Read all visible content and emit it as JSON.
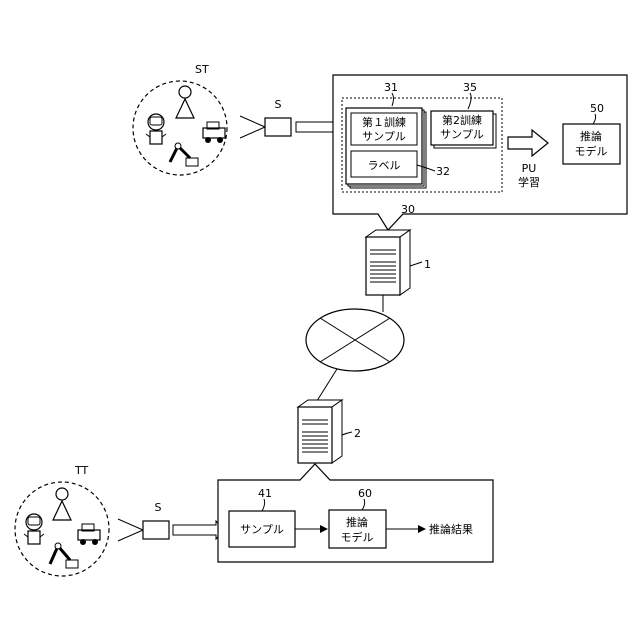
{
  "labels": {
    "source_env": "ST",
    "target_env": "TT",
    "sensor_top": "S",
    "sensor_bottom": "S",
    "server_1": "1",
    "server_2": "2"
  },
  "top_panel": {
    "group_ref": "30",
    "sample1_ref": "31",
    "sample1_line1": "第１訓練",
    "sample1_line2": "サンプル",
    "sample2_ref": "35",
    "sample2_line1": "第2訓練",
    "sample2_line2": "サンプル",
    "label_ref": "32",
    "label_text": "ラベル",
    "arrow_line1": "PU",
    "arrow_line2": "学習",
    "model_ref": "50",
    "model_line1": "推論",
    "model_line2": "モデル"
  },
  "bottom_panel": {
    "sample_ref": "41",
    "sample_text": "サンプル",
    "model_ref": "60",
    "model_line1": "推論",
    "model_line2": "モデル",
    "result_text": "推論結果"
  }
}
